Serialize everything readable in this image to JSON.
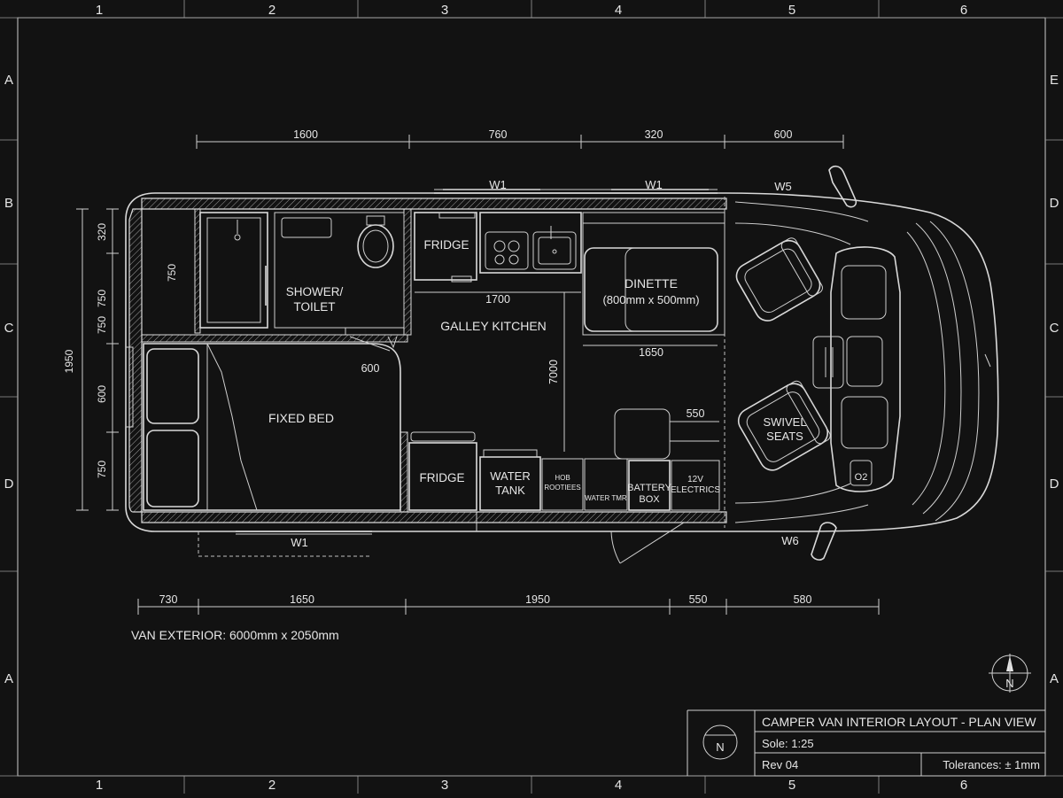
{
  "grid": {
    "columns": [
      "1",
      "2",
      "3",
      "4",
      "5",
      "6"
    ],
    "rows_left": [
      "A",
      "B",
      "C",
      "D",
      "A"
    ],
    "rows_right": [
      "E",
      "D",
      "C",
      "D",
      "A"
    ]
  },
  "dimensions": {
    "top": [
      "1600",
      "760",
      "320",
      "600"
    ],
    "bottom": [
      "730",
      "1650",
      "1950",
      "550",
      "580"
    ],
    "left": [
      "320",
      "750",
      "750",
      "600",
      "750"
    ],
    "left_overall": "1950",
    "bed_left": "750",
    "galley_length": "1700",
    "galley_depth": "600",
    "aisle": "7000",
    "dinette_width": "1650",
    "cabinet_width": "550"
  },
  "windows": {
    "top_1": "W1",
    "top_2": "W1",
    "front_top": "W5",
    "bottom_rear": "W1",
    "front_bottom": "W6"
  },
  "rooms": {
    "shower_toilet": [
      "SHOWER/",
      "TOILET"
    ],
    "fridge_top": "FRIDGE",
    "galley": "GALLEY KITCHEN",
    "dinette": [
      "DINETTE",
      "(800mm x 500mm)"
    ],
    "fixed_bed": "FIXED BED",
    "fridge_bottom": "FRIDGE",
    "water_tank": [
      "WATER",
      "TANK"
    ],
    "hob": [
      "HOB",
      "ROOTIEES"
    ],
    "water_tmr": "WATER TMR",
    "battery": [
      "BATTERY",
      "BOX"
    ],
    "electrics": [
      "12V",
      "ELECTRICS"
    ],
    "swivel": [
      "SWIVEL",
      "SEATS"
    ],
    "dash_label": "O2"
  },
  "note": "VAN EXTERIOR: 6000mm x 2050mm",
  "north": "N",
  "title_block": {
    "title": "CAMPER VAN INTERIOR LAYOUT - PLAN VIEW",
    "scale": "Sole: 1:25",
    "revision": "Rev 04",
    "tolerances": "Tolerances: ± 1mm",
    "north": "N"
  }
}
